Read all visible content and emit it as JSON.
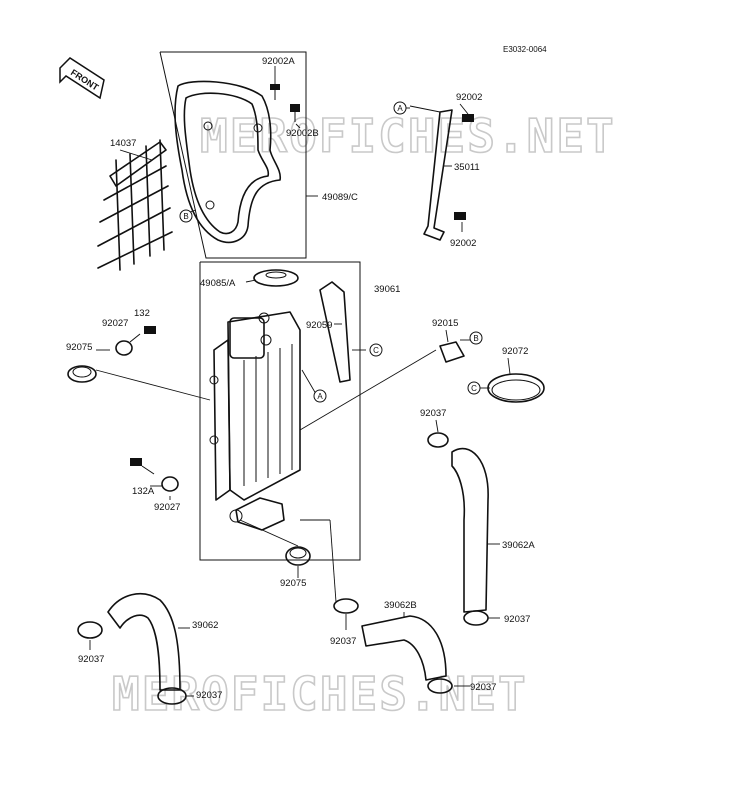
{
  "diagram_code": "E3032-0064",
  "front_label": "FRONT",
  "watermark": "MEROFICHES.NET",
  "parts": {
    "p92002A": "92002A",
    "p92002B": "92002B",
    "p49089C": "49089/C",
    "p14037": "14037",
    "p92002_top": "92002",
    "p35011": "35011",
    "p92002_bottom": "92002",
    "p49085A": "49085/A",
    "p39061": "39061",
    "p92059": "92059",
    "p92015": "92015",
    "p92072": "92072",
    "p132": "132",
    "p92027_top": "92027",
    "p92075_left": "92075",
    "p92037_mid": "92037",
    "p132A": "132A",
    "p92027_bottom": "92027",
    "p39062A": "39062A",
    "p92075_bottom": "92075",
    "p39062B": "39062B",
    "p92037_center": "92037",
    "p92037_right": "92037",
    "p39062": "39062",
    "p92037_left": "92037",
    "p92037_bottom": "92037",
    "p92037_right_bottom": "92037"
  },
  "refs": {
    "A": "A",
    "B": "B",
    "C": "C"
  }
}
